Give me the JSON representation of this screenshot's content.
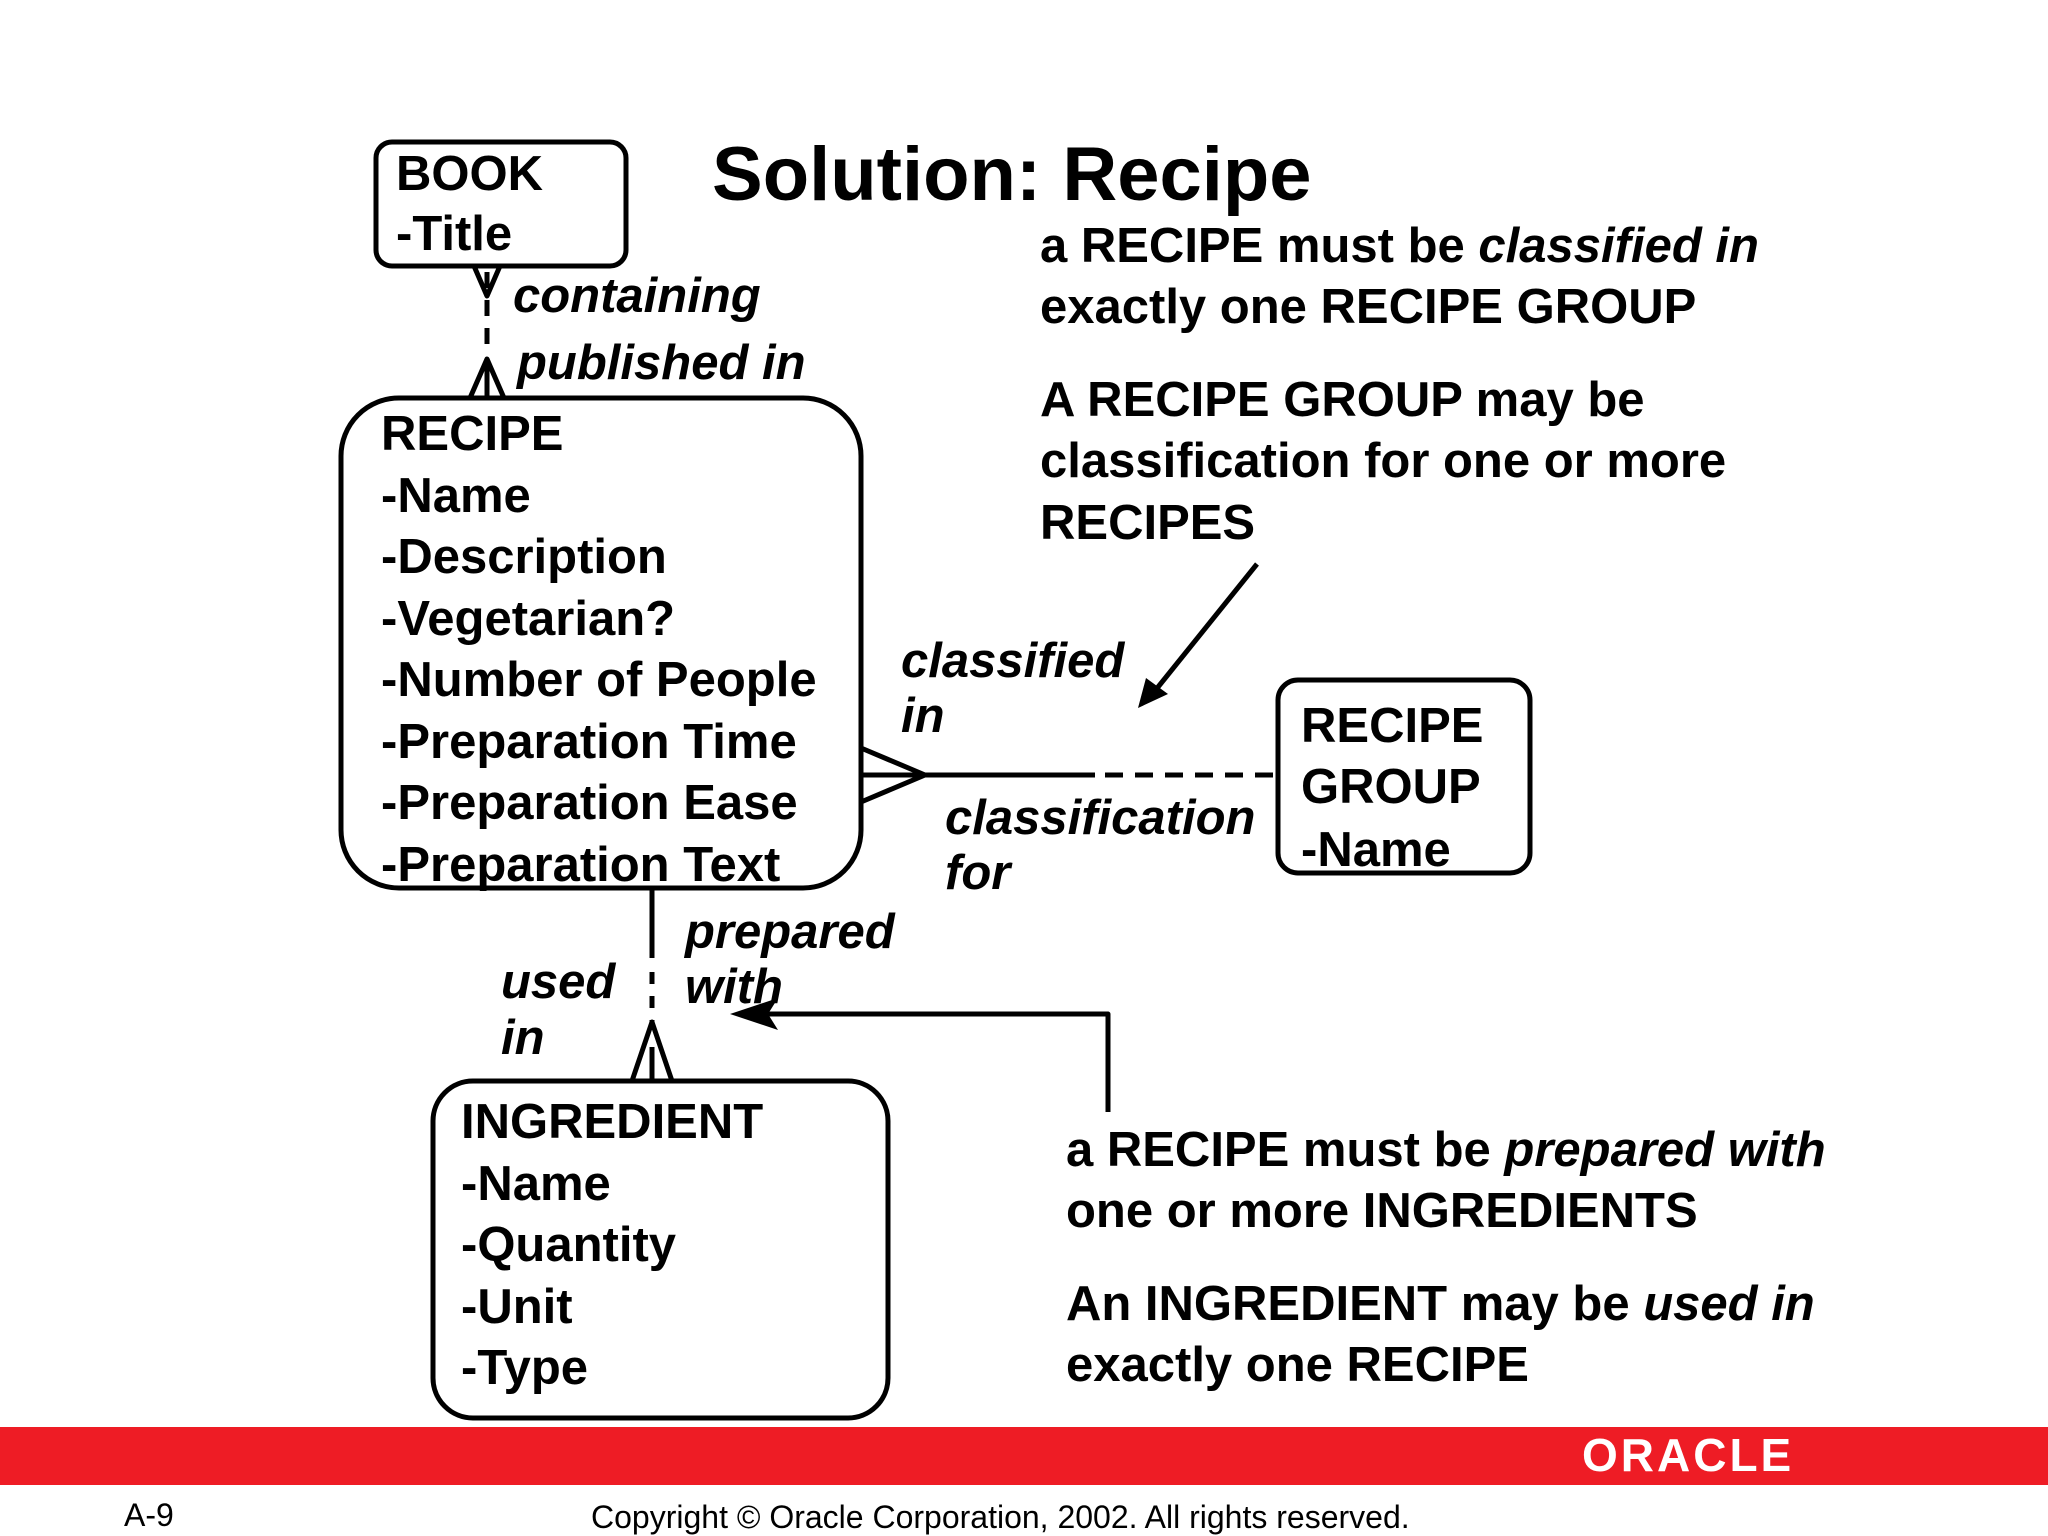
{
  "title": "Solution: Recipe",
  "entities": {
    "book": {
      "name": "BOOK",
      "attributes": [
        "-Title"
      ]
    },
    "recipe": {
      "name": "RECIPE",
      "attributes": [
        "-Name",
        "-Description",
        "-Vegetarian?",
        "-Number of People",
        "-Preparation Time",
        "-Preparation Ease",
        "-Preparation Text"
      ]
    },
    "recipe_group": {
      "name_line1": "RECIPE",
      "name_line2": "GROUP",
      "attributes": [
        "-Name"
      ]
    },
    "ingredient": {
      "name": "INGREDIENT",
      "attributes": [
        "-Name",
        "-Quantity",
        "-Unit",
        "-Type"
      ]
    }
  },
  "relationships": {
    "containing": "containing",
    "published_in": "published in",
    "classified_in_1": "classified",
    "classified_in_2": "in",
    "classification_for_1": "classification",
    "classification_for_2": "for",
    "prepared_with_1": "prepared",
    "prepared_with_2": "with",
    "used_in_1": "used",
    "used_in_2": "in"
  },
  "notes": {
    "group": {
      "line1_pre": "a RECIPE must be ",
      "line1_em": "classified in",
      "line2": "exactly one RECIPE GROUP",
      "line3": "A RECIPE GROUP may be",
      "line4": "classification for one or more",
      "line5": "RECIPES"
    },
    "ingredient": {
      "line1_pre": "a RECIPE must be ",
      "line1_em": "prepared with",
      "line2": "one or more INGREDIENTS",
      "line3_pre": "An INGREDIENT may be ",
      "line3_em": "used in",
      "line4": "exactly one RECIPE"
    }
  },
  "footer": {
    "page": "A-9",
    "copyright": "Copyright © Oracle Corporation, 2002. All rights reserved.",
    "logo": "ORACLE"
  },
  "colors": {
    "bar": "#ee1c25",
    "logo_text": "#ffffff",
    "ink": "#000000"
  }
}
